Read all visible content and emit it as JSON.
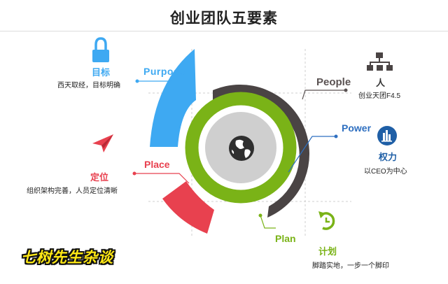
{
  "title": "创业团队五要素",
  "elements": {
    "purpose": {
      "en": "Purpose",
      "cn": "目标",
      "desc": "西天取经，目标明确",
      "color": "#3ea9f2"
    },
    "people": {
      "en": "People",
      "cn": "人",
      "desc": "创业天团F4.5",
      "color": "#4a4444"
    },
    "power": {
      "en": "Power",
      "cn": "权力",
      "desc": "以CEO为中心",
      "color": "#1f5fa6"
    },
    "place": {
      "en": "Place",
      "cn": "定位",
      "desc": "组织架构完善，人员定位清晰",
      "color": "#e8414f"
    },
    "plan": {
      "en": "Plan",
      "cn": "计划",
      "desc": "脚踏实地，一步一个脚印",
      "color": "#7ab317"
    }
  },
  "icons": {
    "purpose": "lock-icon",
    "people": "org-chart-icon",
    "power": "building-icon",
    "place": "paper-plane-icon",
    "plan": "clock-icon",
    "center": "globe-icon"
  },
  "watermark": "七树先生杂谈"
}
